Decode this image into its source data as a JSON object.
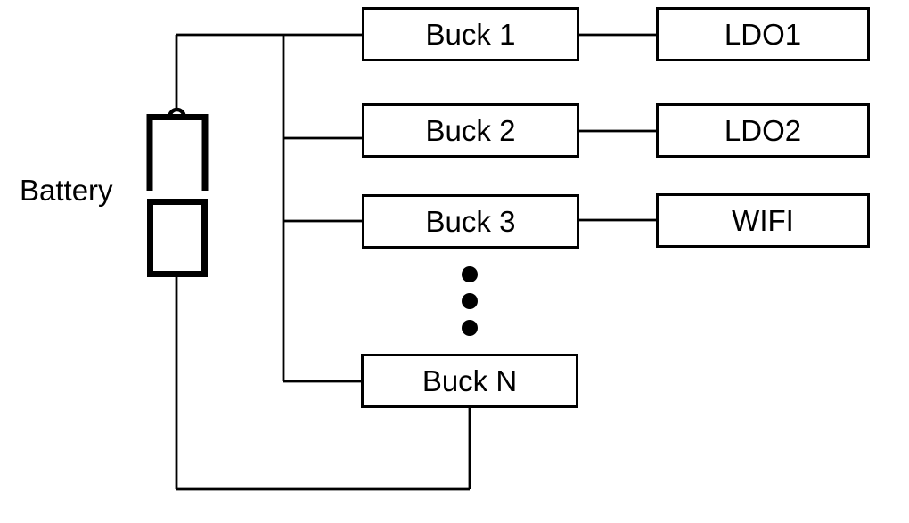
{
  "colors": {
    "background": "#ffffff",
    "line": "#000000",
    "box_fill": "#ffffff",
    "text": "#000000"
  },
  "battery": {
    "label": "Battery"
  },
  "buck_column": [
    {
      "id": "buck1",
      "label": "Buck 1"
    },
    {
      "id": "buck2",
      "label": "Buck 2"
    },
    {
      "id": "buck3",
      "label": "Buck 3"
    },
    {
      "id": "buckN",
      "label": "Buck N"
    }
  ],
  "load_column": [
    {
      "id": "ldo1",
      "label": "LDO1"
    },
    {
      "id": "ldo2",
      "label": "LDO2"
    },
    {
      "id": "wifi",
      "label": "WIFI"
    }
  ],
  "ellipsis": {
    "dot_count": 3,
    "meaning": "more buck converters between Buck 3 and Buck N"
  },
  "connections": [
    {
      "from": "Battery",
      "to": "Buck 1"
    },
    {
      "from": "Battery",
      "to": "Buck 2"
    },
    {
      "from": "Battery",
      "to": "Buck 3"
    },
    {
      "from": "Battery",
      "to": "Buck N"
    },
    {
      "from": "Buck 1",
      "to": "LDO1"
    },
    {
      "from": "Buck 2",
      "to": "LDO2"
    },
    {
      "from": "Buck 3",
      "to": "WIFI"
    },
    {
      "from": "Buck N",
      "to": "Battery"
    }
  ]
}
